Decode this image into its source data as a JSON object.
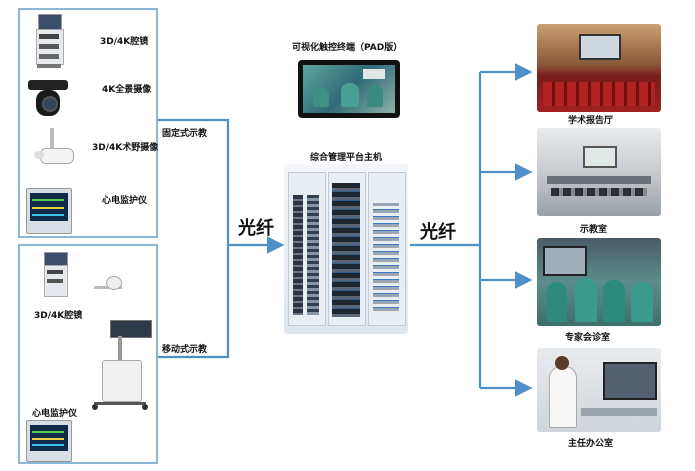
{
  "fixed_group": {
    "devices": [
      "3D/4K腔镜",
      "4K全景摄像",
      "3D/4K术野摄像",
      "心电监护仪"
    ],
    "link_label": "固定式示教"
  },
  "mobile_group": {
    "devices": [
      "3D/4K腔镜",
      "心电监护仪"
    ],
    "link_label": "移动式示教"
  },
  "fiber_left": "光纤",
  "fiber_right": "光纤",
  "pad_terminal": "可视化触控终端（PAD版）",
  "host": "综合管理平台主机",
  "destinations": [
    "学术报告厅",
    "示教室",
    "专家会诊室",
    "主任办公室"
  ],
  "colors": {
    "line": "#4e8fc6",
    "box_border": "#8db7d6"
  }
}
